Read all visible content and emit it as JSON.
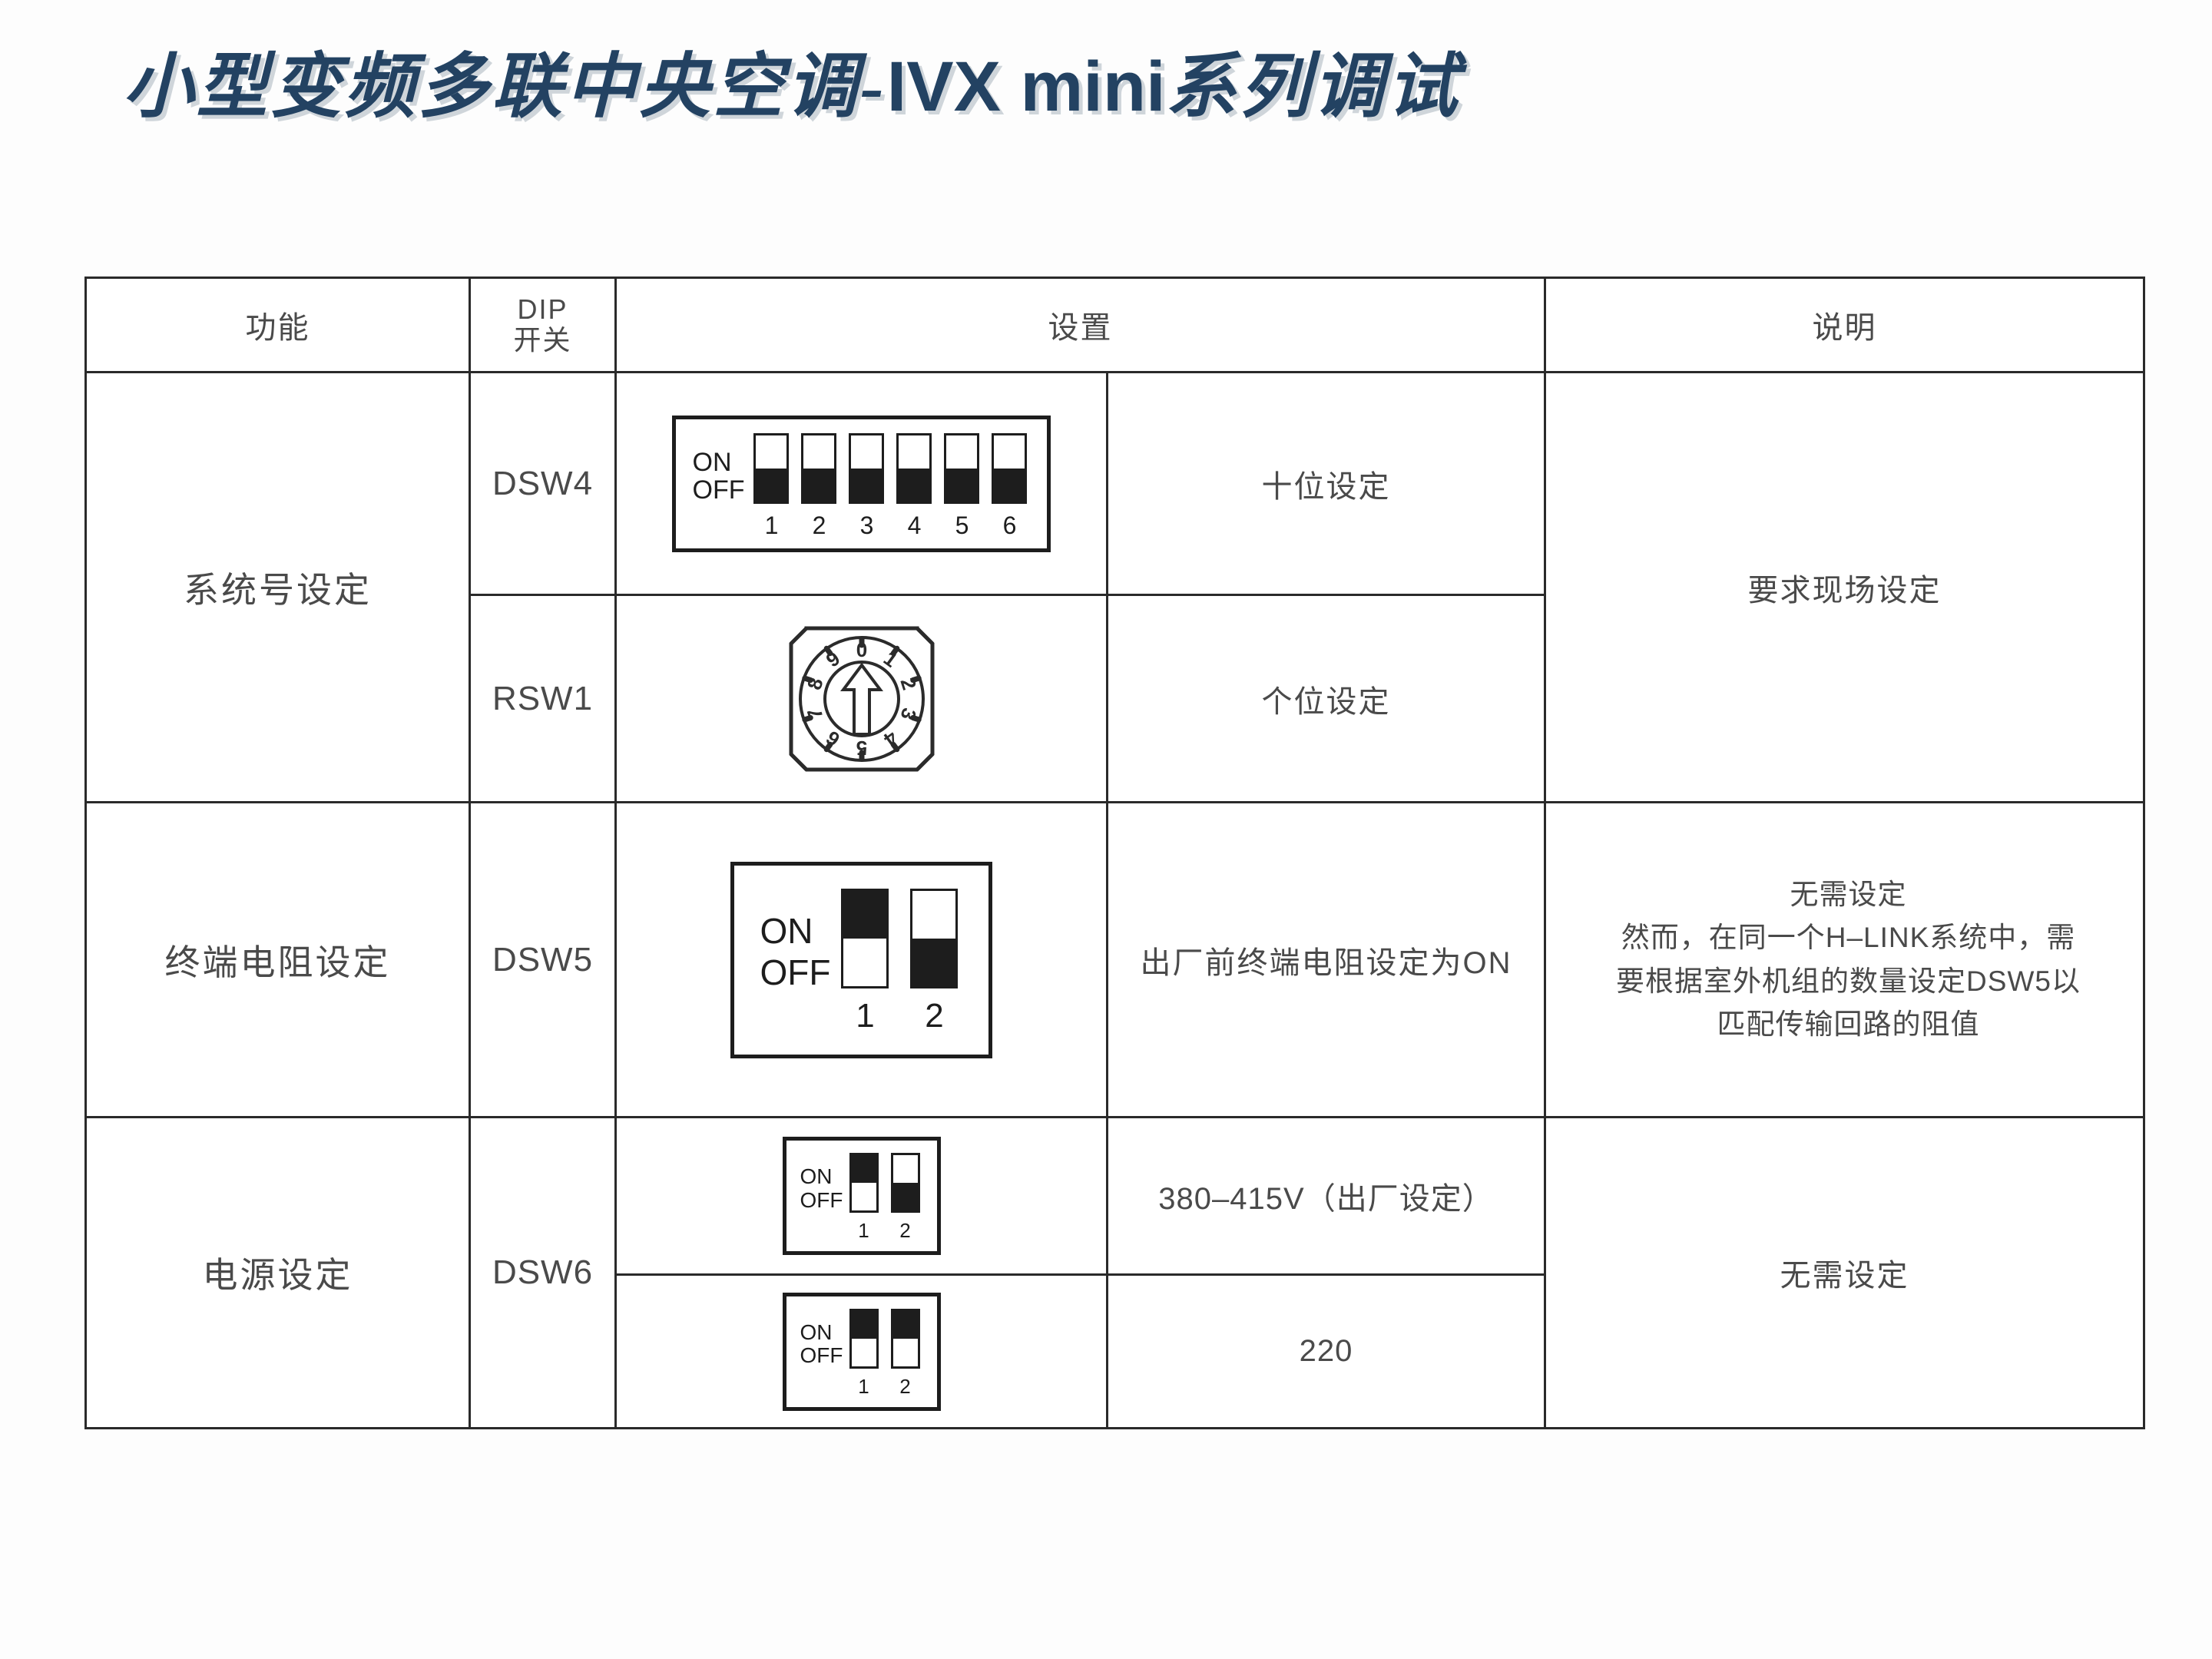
{
  "title": {
    "full": "小型变频多联中央空调-IVX mini系列调试",
    "cn_lead": "小型变频多联中央空调-",
    "latin": "IVX mini",
    "cn_tail": "系列调试",
    "color": "#234262"
  },
  "table": {
    "headers": {
      "function": "功能",
      "dip_switch_line1": "DIP",
      "dip_switch_line2": "开关",
      "setting": "设置",
      "description": "说明"
    },
    "rows": [
      {
        "function": "系统号设定",
        "dip": "DSW4",
        "switch_type": "dip",
        "switch_label_on": "ON",
        "switch_label_off": "OFF",
        "switch_positions": [
          "off",
          "off",
          "off",
          "off",
          "off",
          "off"
        ],
        "switch_numbers": [
          "1",
          "2",
          "3",
          "4",
          "5",
          "6"
        ],
        "setting": "十位设定",
        "description": "要求现场设定"
      },
      {
        "function": "系统号设定",
        "dip": "RSW1",
        "switch_type": "rotary",
        "rotary_digits": [
          "0",
          "1",
          "2",
          "3",
          "4",
          "5",
          "6",
          "7",
          "8",
          "9"
        ],
        "rotary_pointer": "0",
        "setting": "个位设定",
        "description": "要求现场设定"
      },
      {
        "function": "终端电阻设定",
        "dip": "DSW5",
        "switch_type": "dip",
        "switch_label_on": "ON",
        "switch_label_off": "OFF",
        "switch_positions": [
          "on",
          "off"
        ],
        "switch_numbers": [
          "1",
          "2"
        ],
        "setting": "出厂前终端电阻设定为ON",
        "description_lines": [
          "无需设定",
          "然而，在同一个H–LINK系统中，需",
          "要根据室外机组的数量设定DSW5以",
          "匹配传输回路的阻值"
        ]
      },
      {
        "function": "电源设定",
        "dip": "DSW6",
        "switch_type": "dip",
        "switch_label_on": "ON",
        "switch_label_off": "OFF",
        "switch_positions": [
          "on",
          "off"
        ],
        "switch_numbers": [
          "1",
          "2"
        ],
        "setting": "380–415V（出厂设定）",
        "description": "无需设定"
      },
      {
        "function": "电源设定",
        "dip": "DSW6",
        "switch_type": "dip",
        "switch_label_on": "ON",
        "switch_label_off": "OFF",
        "switch_positions": [
          "on",
          "on"
        ],
        "switch_numbers": [
          "1",
          "2"
        ],
        "setting": "220",
        "description": "无需设定"
      }
    ]
  }
}
